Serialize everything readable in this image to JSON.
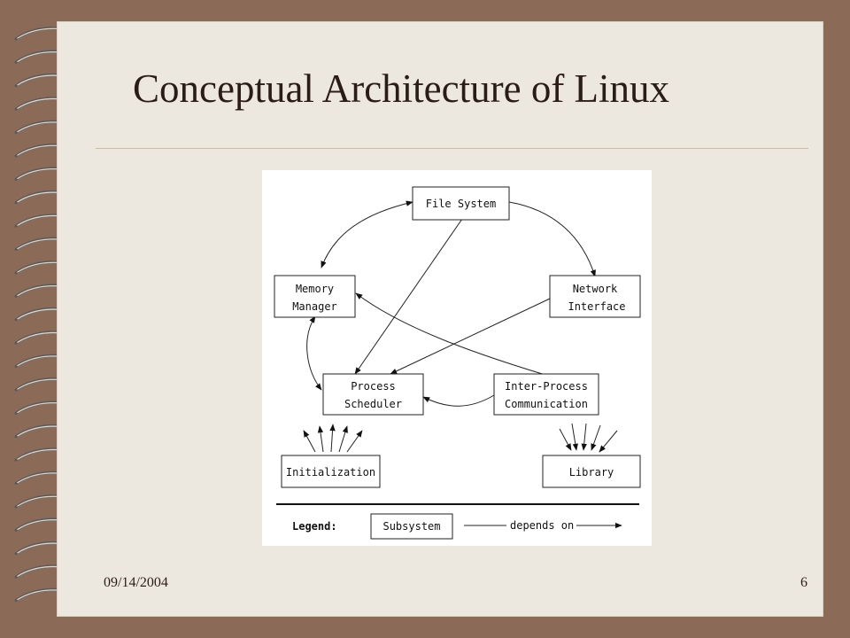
{
  "slide": {
    "title": "Conceptual Architecture of Linux",
    "date": "09/14/2004",
    "page_number": "6"
  },
  "diagram": {
    "nodes": [
      {
        "id": "fs",
        "lines": [
          "File System"
        ]
      },
      {
        "id": "mm",
        "lines": [
          "Memory",
          "Manager"
        ]
      },
      {
        "id": "ni",
        "lines": [
          "Network",
          "Interface"
        ]
      },
      {
        "id": "ps",
        "lines": [
          "Process",
          "Scheduler"
        ]
      },
      {
        "id": "ipc",
        "lines": [
          "Inter-Process",
          "Communication"
        ]
      },
      {
        "id": "init",
        "lines": [
          "Initialization"
        ]
      },
      {
        "id": "lib",
        "lines": [
          "Library"
        ]
      }
    ],
    "edges": [
      {
        "from": "fs",
        "to": "mm"
      },
      {
        "from": "mm",
        "to": "fs"
      },
      {
        "from": "fs",
        "to": "ni"
      },
      {
        "from": "fs",
        "to": "ps"
      },
      {
        "from": "ni",
        "to": "ps"
      },
      {
        "from": "ipc",
        "to": "mm"
      },
      {
        "from": "ipc",
        "to": "ps"
      },
      {
        "from": "mm",
        "to": "ps"
      },
      {
        "from": "ps",
        "to": "mm"
      }
    ],
    "legend": {
      "label": "Legend:",
      "box_label": "Subsystem",
      "arrow_label": "depends on"
    }
  }
}
